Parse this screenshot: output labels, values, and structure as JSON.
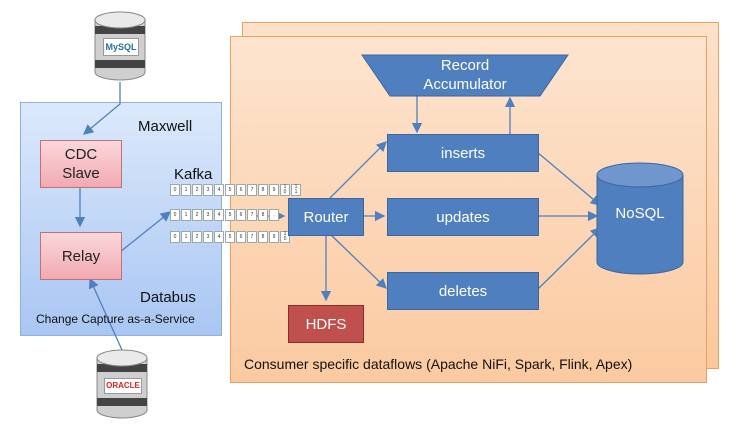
{
  "databus": {
    "maxwell_label": "Maxwell",
    "kafka_label": "Kafka",
    "cdc_slave": "CDC\nSlave",
    "relay": "Relay",
    "databus_label": "Databus",
    "caption": "Change Capture as-a-Service"
  },
  "databases": {
    "mysql": "MySQL",
    "oracle": "ORACLE"
  },
  "kafka": {
    "rows": [
      [
        "0",
        "1",
        "2",
        "3",
        "4",
        "5",
        "6",
        "7",
        "8",
        "9",
        "1\n0",
        "1\n1"
      ],
      [
        "0",
        "1",
        "2",
        "3",
        "4",
        "5",
        "6",
        "7",
        "8",
        "."
      ],
      [
        "0",
        "1",
        "2",
        "3",
        "4",
        "5",
        "6",
        "7",
        "8",
        "9",
        "1\n0"
      ]
    ]
  },
  "consumer": {
    "record_accumulator": "Record\nAccumulator",
    "router": "Router",
    "inserts": "inserts",
    "updates": "updates",
    "deletes": "deletes",
    "nosql": "NoSQL",
    "hdfs": "HDFS",
    "caption": "Consumer specific dataflows (Apache NiFi, Spark, Flink, Apex)"
  },
  "colors": {
    "blue_box": "#4f7fbe",
    "hdfs": "#c0504d",
    "pink_box": "#f2aab1",
    "panel": "#fbcaa0",
    "databus": "#a9c6f3"
  }
}
